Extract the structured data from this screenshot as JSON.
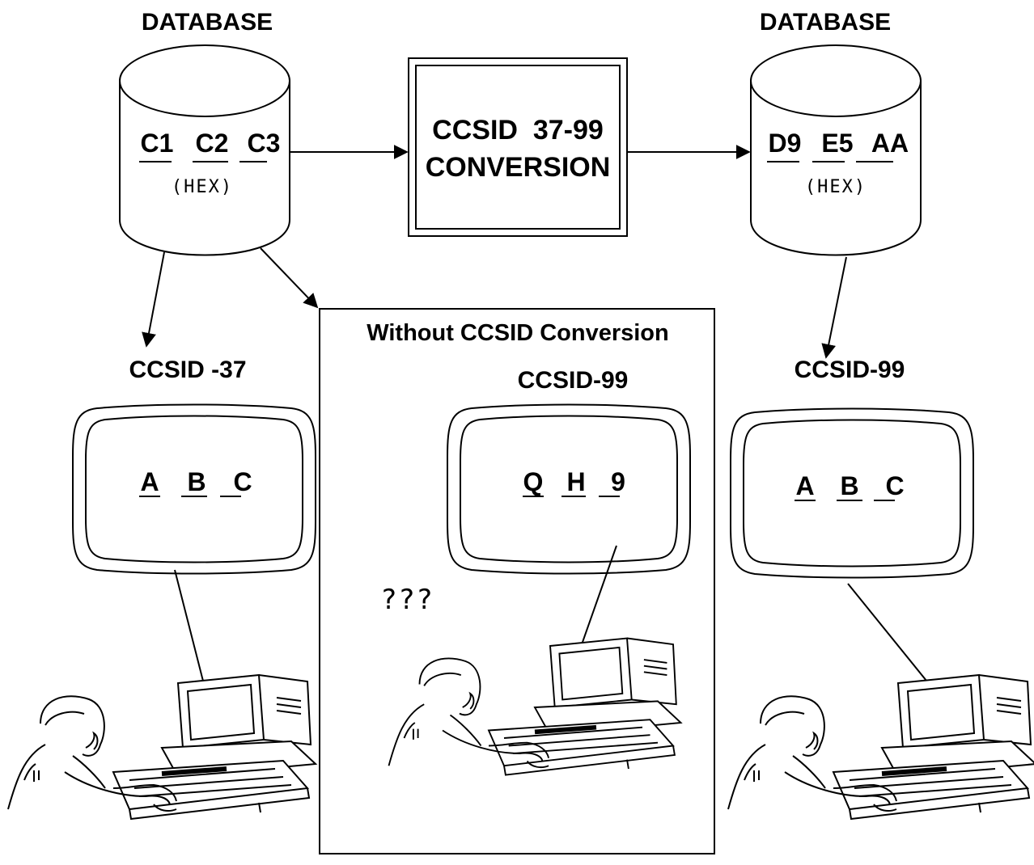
{
  "source_db": {
    "title": "DATABASE",
    "codes": [
      "C1",
      "C2",
      "C3"
    ],
    "encoding": "(HEX)"
  },
  "target_db": {
    "title": "DATABASE",
    "codes": [
      "D9",
      "E5",
      "AA"
    ],
    "encoding": "(HEX)"
  },
  "conversion": {
    "line1": "CCSID  37-99",
    "line2": "CONVERSION"
  },
  "left_station": {
    "ccsid": "CCSID -37",
    "chars": [
      "A",
      "B",
      "C"
    ]
  },
  "middle_station": {
    "box_title": "Without CCSID Conversion",
    "ccsid": "CCSID-99",
    "chars": [
      "Q",
      "H",
      "9"
    ],
    "confusion": "???"
  },
  "right_station": {
    "ccsid": "CCSID-99",
    "chars": [
      "A",
      "B",
      "C"
    ]
  }
}
